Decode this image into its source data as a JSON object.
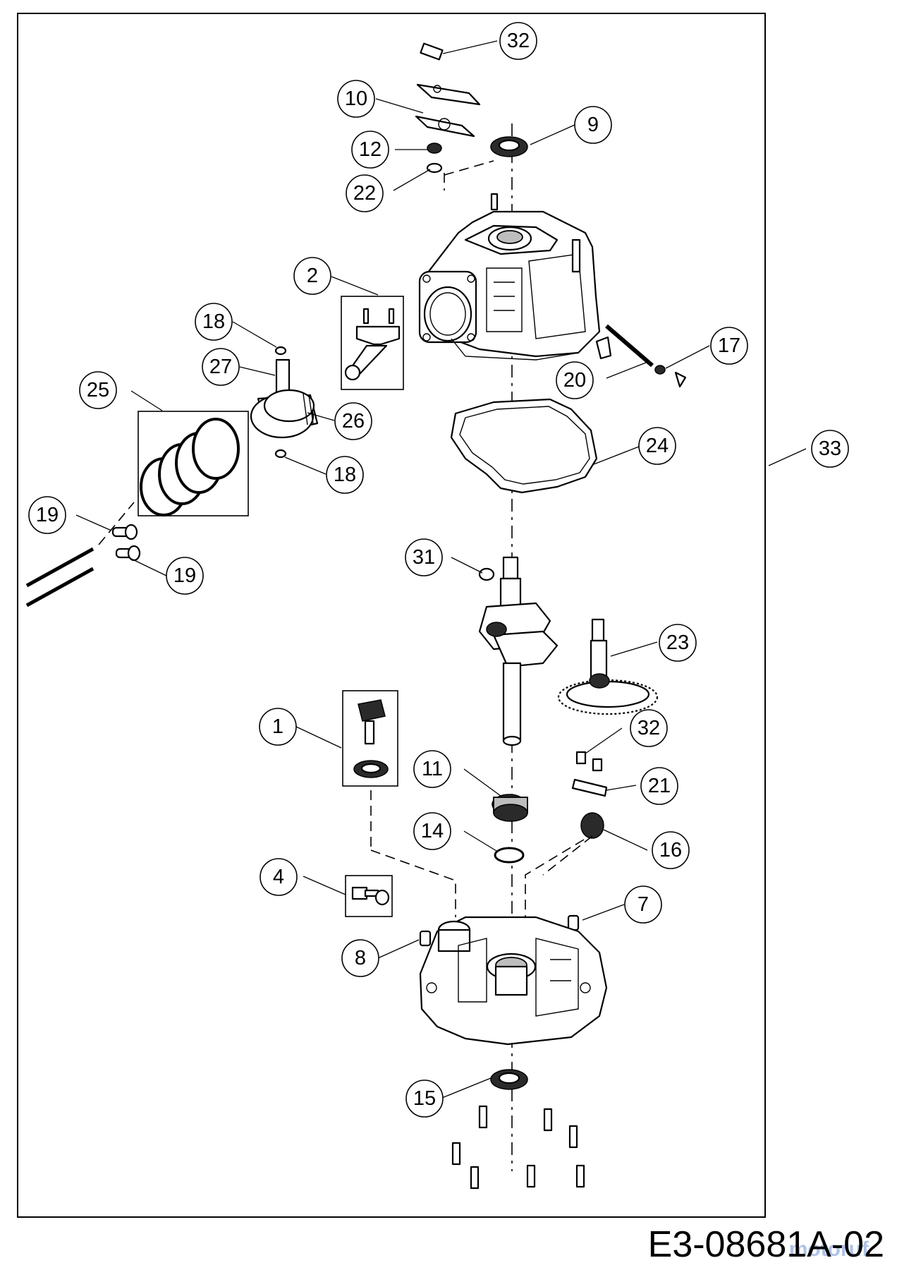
{
  "drawing_code": "E3-08681A-02",
  "watermark": "motoruf",
  "callouts": [
    {
      "id": "c32a",
      "label": "32"
    },
    {
      "id": "c10",
      "label": "10"
    },
    {
      "id": "c9",
      "label": "9"
    },
    {
      "id": "c12",
      "label": "12"
    },
    {
      "id": "c22",
      "label": "22"
    },
    {
      "id": "c2",
      "label": "2"
    },
    {
      "id": "c18a",
      "label": "18"
    },
    {
      "id": "c27",
      "label": "27"
    },
    {
      "id": "c25",
      "label": "25"
    },
    {
      "id": "c26",
      "label": "26"
    },
    {
      "id": "c18b",
      "label": "18"
    },
    {
      "id": "c17",
      "label": "17"
    },
    {
      "id": "c20",
      "label": "20"
    },
    {
      "id": "c24",
      "label": "24"
    },
    {
      "id": "c33",
      "label": "33"
    },
    {
      "id": "c19a",
      "label": "19"
    },
    {
      "id": "c19b",
      "label": "19"
    },
    {
      "id": "c31",
      "label": "31"
    },
    {
      "id": "c23",
      "label": "23"
    },
    {
      "id": "c1",
      "label": "1"
    },
    {
      "id": "c32b",
      "label": "32"
    },
    {
      "id": "c11",
      "label": "11"
    },
    {
      "id": "c21",
      "label": "21"
    },
    {
      "id": "c14",
      "label": "14"
    },
    {
      "id": "c16",
      "label": "16"
    },
    {
      "id": "c4",
      "label": "4"
    },
    {
      "id": "c7",
      "label": "7"
    },
    {
      "id": "c8",
      "label": "8"
    },
    {
      "id": "c15",
      "label": "15"
    }
  ]
}
